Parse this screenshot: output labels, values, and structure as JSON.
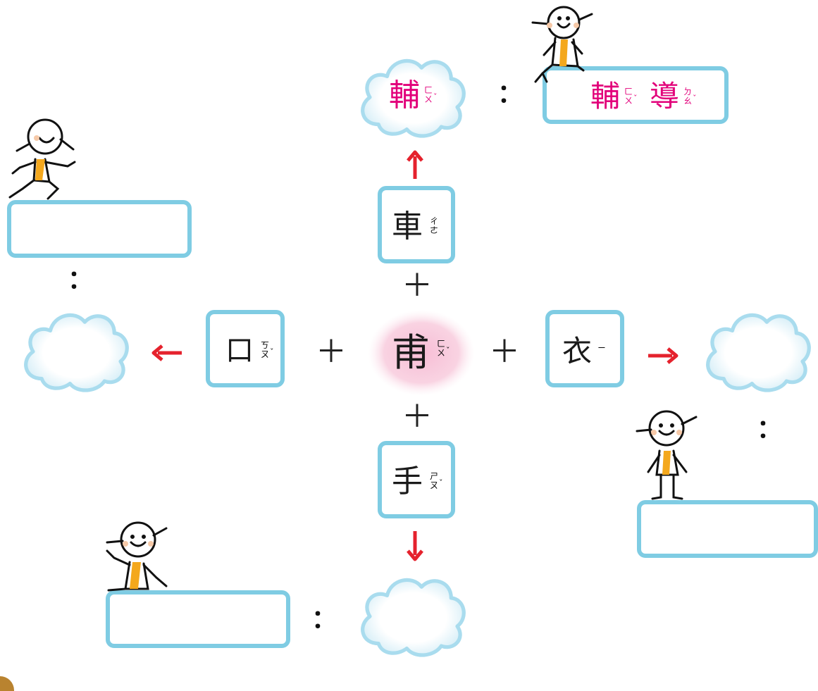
{
  "center": {
    "char": "甫",
    "zhuyin": [
      "ㄈ",
      "ㄨ"
    ],
    "tone": "ˇ"
  },
  "top": {
    "component": {
      "char": "車",
      "zhuyin": [
        "ㄔ",
        "ㄜ"
      ],
      "tone": ""
    },
    "result": {
      "char": "輔",
      "zhuyin": [
        "ㄈ",
        "ㄨ"
      ],
      "tone": "ˇ"
    },
    "word": [
      {
        "char": "輔",
        "zhuyin": [
          "ㄈ",
          "ㄨ"
        ],
        "tone": "ˇ"
      },
      {
        "char": "導",
        "zhuyin": [
          "ㄉ",
          "ㄠ"
        ],
        "tone": "ˇ"
      }
    ]
  },
  "left": {
    "component": {
      "char": "口",
      "zhuyin": [
        "ㄎ",
        "ㄡ"
      ],
      "tone": "ˇ"
    }
  },
  "right": {
    "component": {
      "char": "衣",
      "zhuyin": [
        "ㄧ"
      ],
      "tone": ""
    }
  },
  "bottom": {
    "component": {
      "char": "手",
      "zhuyin": [
        "ㄕ",
        "ㄡ"
      ],
      "tone": "ˇ"
    }
  },
  "symbols": {
    "plus": "＋",
    "colon": "："
  },
  "colors": {
    "box_border": "#7fcce3",
    "arrow": "#e5222d",
    "pink_text": "#e2007a",
    "center_glow": "#f6c4d8"
  }
}
